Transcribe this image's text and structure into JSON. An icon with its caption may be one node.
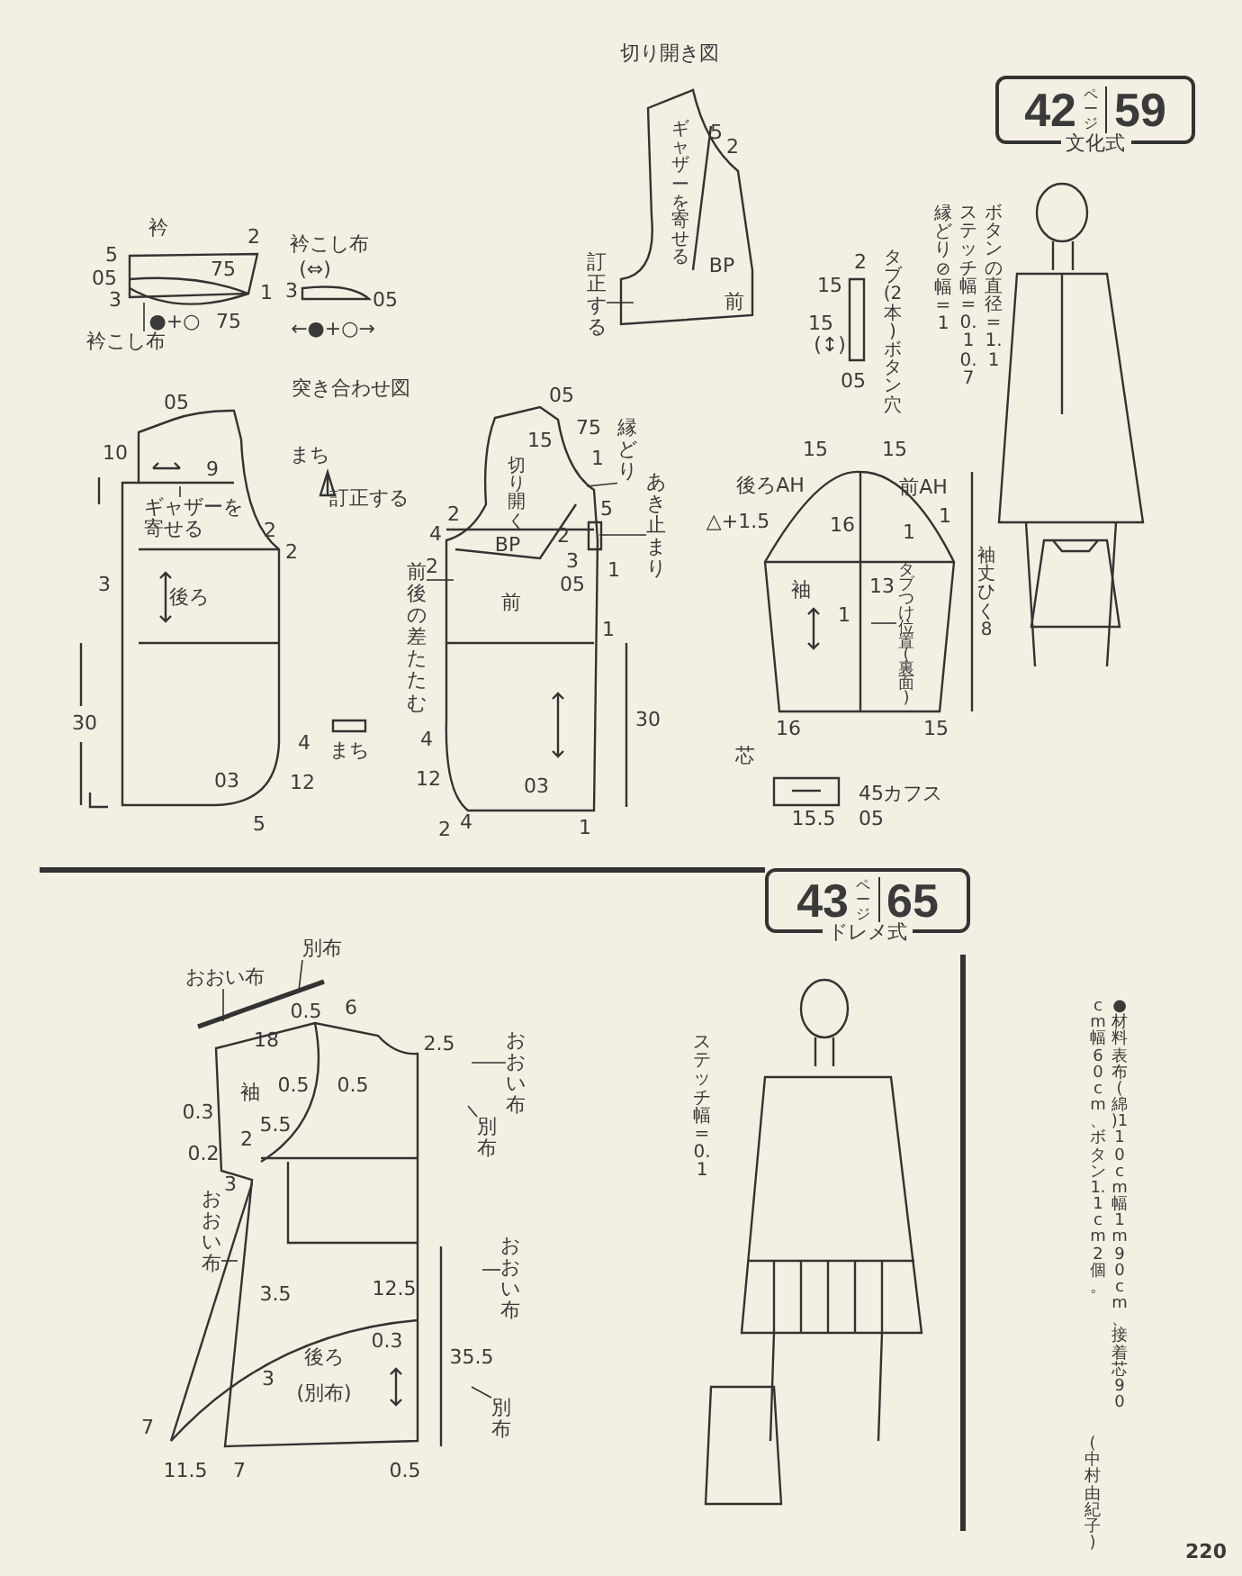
{
  "diagram": {
    "nodes": [
      {
        "text": [
          "42",
          "ページ",
          "59",
          "文化式"
        ]
      },
      {
        "text": [
          "43",
          "ページ",
          "65",
          "ドレメ式"
        ]
      },
      {
        "text": [
          "衿こし布"
        ]
      },
      {
        "text": [
          "ギャザーを寄せる"
        ]
      },
      {
        "text": [
          "縁どり"
        ]
      },
      {
        "text": [
          "あき止まり"
        ]
      },
      {
        "text": [
          "前後の差たたむ"
        ]
      },
      {
        "text": [
          "訂正する"
        ]
      },
      {
        "text": [
          "おおい布"
        ]
      },
      {
        "text": [
          "別布"
        ]
      },
      {
        "text": [
          "おおい布"
        ]
      },
      {
        "text": [
          "別布"
        ]
      },
      {
        "text": [
          "おおい布"
        ]
      },
      {
        "text": [
          "おおい布"
        ]
      },
      {
        "text": [
          "別布"
        ]
      },
      {
        "text": [
          "タブつけ位置(裏面)"
        ]
      },
      {
        "text": [],
        "shape": "bar"
      },
      {
        "text": [],
        "shape": "picture"
      },
      {
        "text": [],
        "shape": "picture"
      },
      {
        "text": [],
        "shape": "picture"
      }
    ],
    "edges": [
      {
        "from": 2,
        "to": 17,
        "arrow": "none"
      },
      {
        "from": 3,
        "to": null,
        "arrow": "none"
      },
      {
        "from": 4,
        "to": 18,
        "arrow": "none"
      },
      {
        "from": 5,
        "to": 18,
        "arrow": "none"
      },
      {
        "from": 6,
        "to": 18,
        "arrow": "none"
      },
      {
        "from": 7,
        "to": 19,
        "arrow": "none"
      },
      {
        "from": 8,
        "to": 16,
        "arrow": "none"
      },
      {
        "from": 9,
        "to": 16,
        "arrow": "none"
      },
      {
        "from": 10,
        "to": null,
        "arrow": "none"
      },
      {
        "from": 11,
        "to": null,
        "arrow": "none"
      },
      {
        "from": 12,
        "to": null,
        "arrow": "none"
      },
      {
        "from": 13,
        "to": null,
        "arrow": "none"
      },
      {
        "from": 14,
        "to": null,
        "arrow": "none"
      },
      {
        "from": 15,
        "to": null,
        "arrow": "none"
      }
    ],
    "labels": [
      "衿",
      "2",
      "5",
      "05",
      "75",
      "3",
      "1",
      "●+○",
      "75",
      "衿こし布",
      "(⇔)",
      "3",
      "05",
      "←●+○→",
      "切り開き図",
      "5",
      "2",
      "ギャザーを寄せる",
      "BP",
      "前",
      "2",
      "15",
      "15",
      "(↕)",
      "05",
      "タブ(2本)ボタン穴",
      "縁どり⊘幅=1",
      "ステッチ幅=0.1 0.7",
      "ボタンの直径=1.1",
      "突き合わせ図",
      "まち",
      "訂正する",
      "05",
      "10",
      "9",
      "2",
      "2",
      "3",
      "後ろ",
      "30",
      "4",
      "03",
      "12",
      "5",
      "まち",
      "05",
      "75",
      "15",
      "1",
      "切り開く",
      "2",
      "4",
      "2",
      "BP",
      "2",
      "5",
      "3",
      "05",
      "1",
      "前",
      "1",
      "30",
      "4",
      "12",
      "03",
      "2",
      "4",
      "1",
      "15",
      "15",
      "後ろAH",
      "前AH",
      "△+1.5",
      "16",
      "1",
      "1",
      "袖丈ひく8",
      "袖",
      "13",
      "1",
      "16",
      "15",
      "芯",
      "45",
      "カフス",
      "15.5",
      "05",
      "0.5",
      "6",
      "18",
      "2.5",
      "袖",
      "0.5",
      "0.5",
      "0.3",
      "5.5",
      "2",
      "0.2",
      "3",
      "3.5",
      "12.5",
      "0.3",
      "3",
      "後ろ",
      "(別布)",
      "35.5",
      "7",
      "11.5",
      "7",
      "0.5",
      "ステッチ幅=0.1",
      "●材料表布(綿)110cm幅1m90cm、接着芯90cm幅60cm、ボタン1.1cm2個。",
      "(中村由紀子)",
      "220"
    ]
  }
}
